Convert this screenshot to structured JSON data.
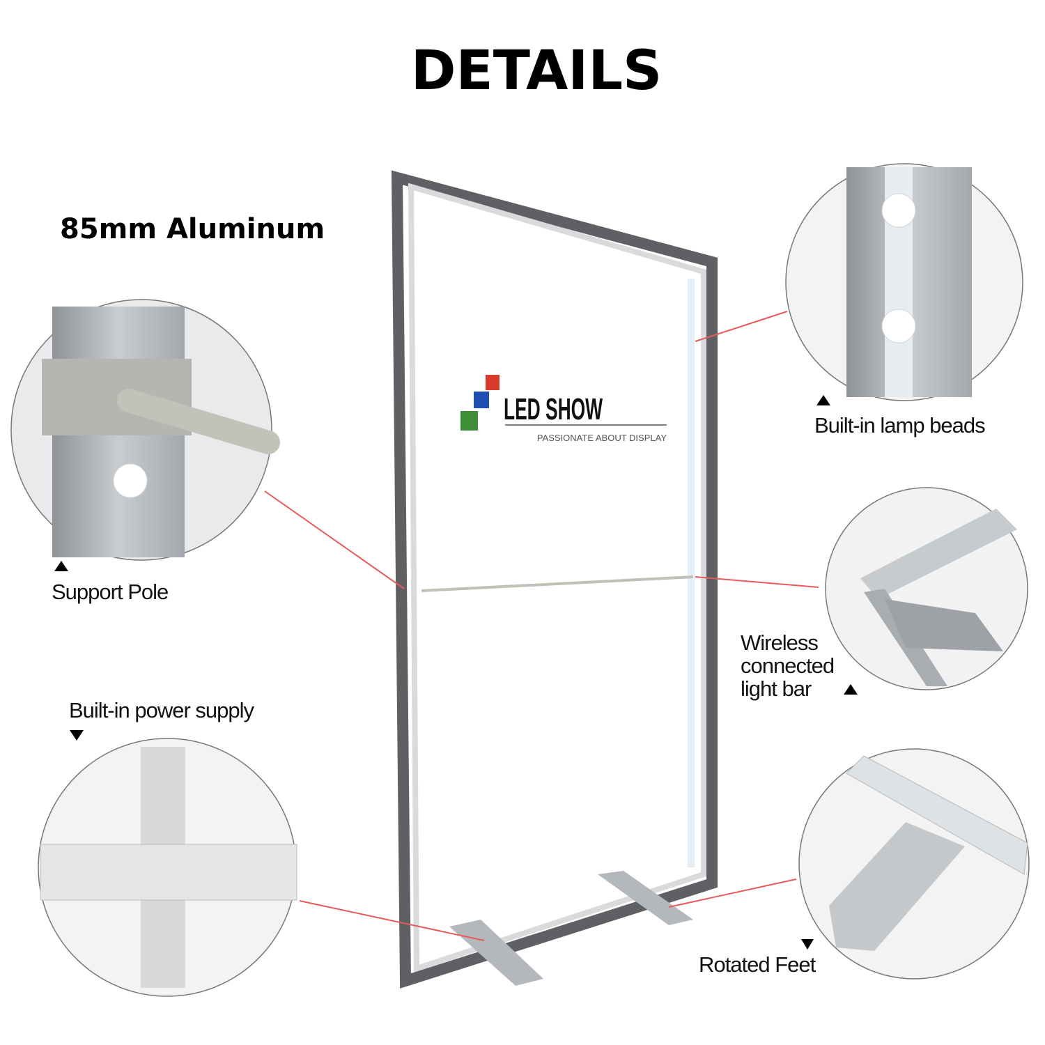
{
  "title": "DETAILS",
  "subtitle": "85mm Aluminum",
  "logo": {
    "name": "LED SHOW",
    "tagline": "PASSIONATE ABOUT DISPLAY",
    "colors": [
      "#d93a2b",
      "#1f4fb0",
      "#3f8f3a"
    ]
  },
  "callouts": {
    "lamp_beads": "Built-in lamp beads",
    "support_pole": "Support Pole",
    "wireless": [
      "Wireless",
      "connected",
      "light bar"
    ],
    "power_supply": "Built-in power supply",
    "rotated_feet": "Rotated Feet"
  },
  "colors": {
    "leader_line": "#e85a5a",
    "frame": "#9a9a9a"
  }
}
